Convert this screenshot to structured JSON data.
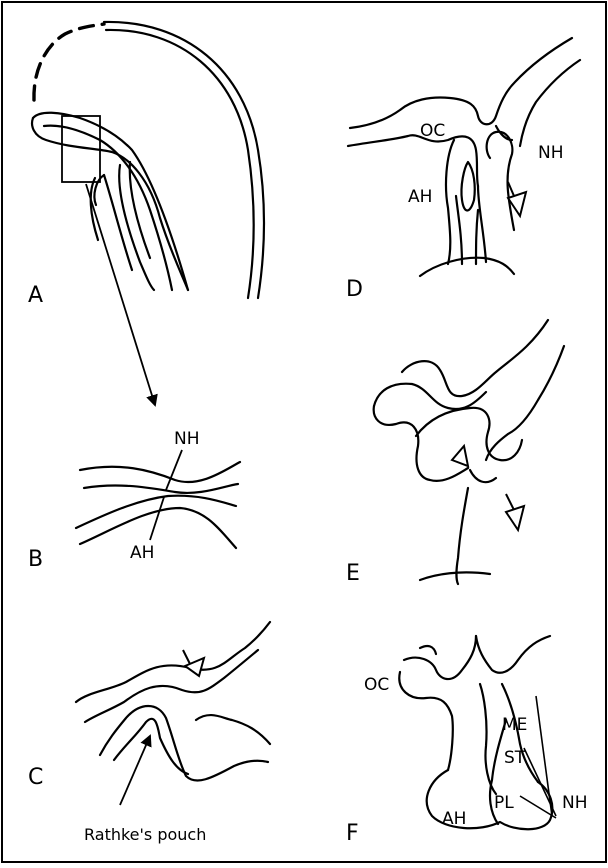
{
  "panels": {
    "A": {
      "letter": "A"
    },
    "B": {
      "letter": "B",
      "labels": {
        "nh": "NH",
        "ah": "AH"
      }
    },
    "C": {
      "letter": "C",
      "labels": {
        "pouch": "Rathke's pouch"
      }
    },
    "D": {
      "letter": "D",
      "labels": {
        "oc": "OC",
        "nh": "NH",
        "ah": "AH"
      }
    },
    "E": {
      "letter": "E"
    },
    "F": {
      "letter": "F",
      "labels": {
        "oc": "OC",
        "me": "ME",
        "st": "ST",
        "nh": "NH",
        "ah": "AH",
        "pl": "PL"
      }
    }
  }
}
